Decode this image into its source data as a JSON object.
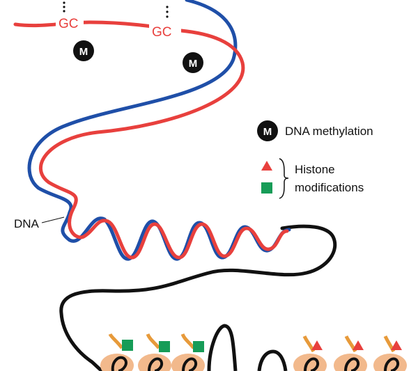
{
  "gc_labels": [
    "GC",
    "GC"
  ],
  "methyl_marker": "M",
  "legend": {
    "methylation_marker": "M",
    "methylation_label": "DNA methylation",
    "histone_line1": "Histone",
    "histone_line2": "modifications"
  },
  "dna_label": "DNA",
  "colors": {
    "red_strand": "#e8403d",
    "blue_strand": "#1f4fa8",
    "chromatin_line": "#111111",
    "methyl_circle": "#111111",
    "histone_triangle": "#e8403d",
    "histone_square": "#169c57",
    "nucleosome": "#f2b98c",
    "tail": "#e79a3a"
  }
}
